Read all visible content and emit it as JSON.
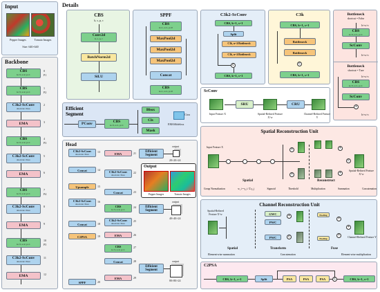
{
  "input": {
    "title": "Input",
    "caption1": "Pepper Images",
    "caption2": "Tomato Images",
    "size": "Size: 640×640"
  },
  "backbone": {
    "title": "Backbone",
    "rows": [
      {
        "name": "CBS",
        "sub": "k=3, s=2, p=1",
        "idx": "0",
        "p": "P1"
      },
      {
        "name": "CBS",
        "sub": "k=3, s=2, p=1",
        "idx": "1",
        "p": "P2"
      },
      {
        "name": "C3k2-ScConv",
        "sub": "shortcut=Ture",
        "idx": "2",
        "p": ""
      },
      {
        "name": "EMA",
        "sub": "",
        "idx": "3",
        "p": ""
      },
      {
        "name": "CBS",
        "sub": "k=3, s=2, p=1",
        "idx": "4",
        "p": "P3"
      },
      {
        "name": "C3k2-ScConv",
        "sub": "shortcut=Ture",
        "idx": "5",
        "p": ""
      },
      {
        "name": "EMA",
        "sub": "",
        "idx": "6",
        "p": ""
      },
      {
        "name": "CBS",
        "sub": "k=3, s=2, p=1",
        "idx": "7",
        "p": "P4"
      },
      {
        "name": "C3k2-ScConv",
        "sub": "shortcut=Ture",
        "idx": "8",
        "p": ""
      },
      {
        "name": "EMA",
        "sub": "",
        "idx": "9",
        "p": ""
      },
      {
        "name": "CBS",
        "sub": "k=3, s=2, p=1",
        "idx": "10",
        "p": "P5"
      },
      {
        "name": "C3k2-ScConv",
        "sub": "shortcut=Ture",
        "idx": "11",
        "p": ""
      },
      {
        "name": "EMA",
        "sub": "",
        "idx": "12",
        "p": ""
      }
    ]
  },
  "details": {
    "title": "Details",
    "cbs": {
      "title": "CBS",
      "params": "k, s, p, c",
      "conv": "Conv2d",
      "conv_params": "k, s, p, c",
      "bn": "BatchNorm2d",
      "silu": "SiLU"
    },
    "sppf": {
      "title": "SPPF",
      "cbs1": "CBS",
      "cbs1_params": "k=1, s=1, p=0",
      "pool1": "MaxPool2d",
      "pool2": "MaxPool2d",
      "pool3": "MaxPool2d",
      "concat": "Concat",
      "cbs2": "CBS",
      "cbs2_params": "k=1, s=1, p=0"
    },
    "efficient": {
      "title1": "Efficient",
      "title2": "Segment",
      "pconv": "PConv",
      "cbs": "CBS",
      "cbs_params": "k=3, s=1, p=1",
      "bbox": "Bbox",
      "cls": "Cls",
      "mask": "Mask",
      "loss1": "Ciou",
      "loss2": "EMASlideloss"
    }
  },
  "head": {
    "title": "Head",
    "output_title": "Output",
    "out_cap1": "Pepper Images",
    "out_cap2": "Tomato Images",
    "output_label": "output",
    "sizes": [
      "20×20×24",
      "40×40×24",
      "80×80×24"
    ],
    "segment": "Efficient Segment",
    "blocks": {
      "c3k2": "C3k2-ScConv",
      "shortcut": "shortcut=Ture",
      "ema": "EMA",
      "concat": "Concat",
      "upsample": "Upsample",
      "cbs": "CBS",
      "cbs_params": "k=3, s=2, p=1",
      "c2psa": "C2PSA",
      "sppf": "SPPF"
    },
    "idx": [
      "13",
      "14",
      "15",
      "16",
      "17",
      "18",
      "19",
      "20",
      "21",
      "22",
      "23",
      "24",
      "25",
      "26",
      "27",
      "28",
      "29",
      "30"
    ]
  },
  "c3k2": {
    "title": "C3k2-ScConv",
    "cbs1": "CBS, k=1, s=1",
    "split": "Split",
    "bn1": "C3k, n=2/Bottleneck",
    "bn2": "C3k, n=2/Bottleneck",
    "cbs2": "CBS, k=1, s=1"
  },
  "c3k": {
    "title": "C3k",
    "cbs1": "CBS, k=1, s=1",
    "bn1": "Bottleneck",
    "bn2": "Bottleneck",
    "cbs2": "CBS, k=1, s=1"
  },
  "bottleneck": {
    "title1": "Bottleneck",
    "sub1": "shortcut = False",
    "title2": "Bottleneck",
    "sub2": "shortcut = Ture",
    "cbs": "CBS",
    "cbs_params": "k=3, s=1, p=1",
    "scconv": "ScConv",
    "dims": "h×w×c"
  },
  "scconv": {
    "title": "ScConv",
    "sru": "SRU",
    "cru": "CRU",
    "f1": "Input Feature X",
    "f2": "Spatial-Refined Feature X^w",
    "f3": "Channel-Refined Feature Y"
  },
  "sru": {
    "title": "Spatial Reconstruction Unit",
    "input": "Input Feature X",
    "output": "Spatial-Refined Feature X^w",
    "left": "Spatial",
    "right": "Reconstruct",
    "legend": [
      "Group Normalization",
      "w_i = γ_i / Σ γ_j",
      "Sigmoid",
      "Threshold",
      "Multiplication",
      "Summation",
      "Concatenation"
    ]
  },
  "cru": {
    "title": "Channel Reconstruction Unit",
    "input": "Spatial-Refined Feature X^w",
    "output": "Channel-Refined Feature Y",
    "parts": [
      "Spatial",
      "Transform",
      "Fuse"
    ],
    "gwc": "GWC",
    "pwc1": "PWC",
    "pwc2": "PWC",
    "pooling1": "Pooling",
    "pooling2": "Pooling",
    "legend": [
      "Element-wise summation",
      "Concatenation",
      "Element-wise multiplication"
    ]
  },
  "c2psa": {
    "title": "C2PSA",
    "cbs1": "CBS, k=1, s=1",
    "split": "Split",
    "psa1": "PSA",
    "psa2": "PSA",
    "psa3": "PSA",
    "cbs2": "CBS, k=1, s=1"
  },
  "colors": {
    "cbs": "#7dd08c",
    "c3k2": "#aed3ee",
    "ema": "#f4c2c9",
    "pool": "#f6c47a",
    "bn": "#f9e79f"
  }
}
